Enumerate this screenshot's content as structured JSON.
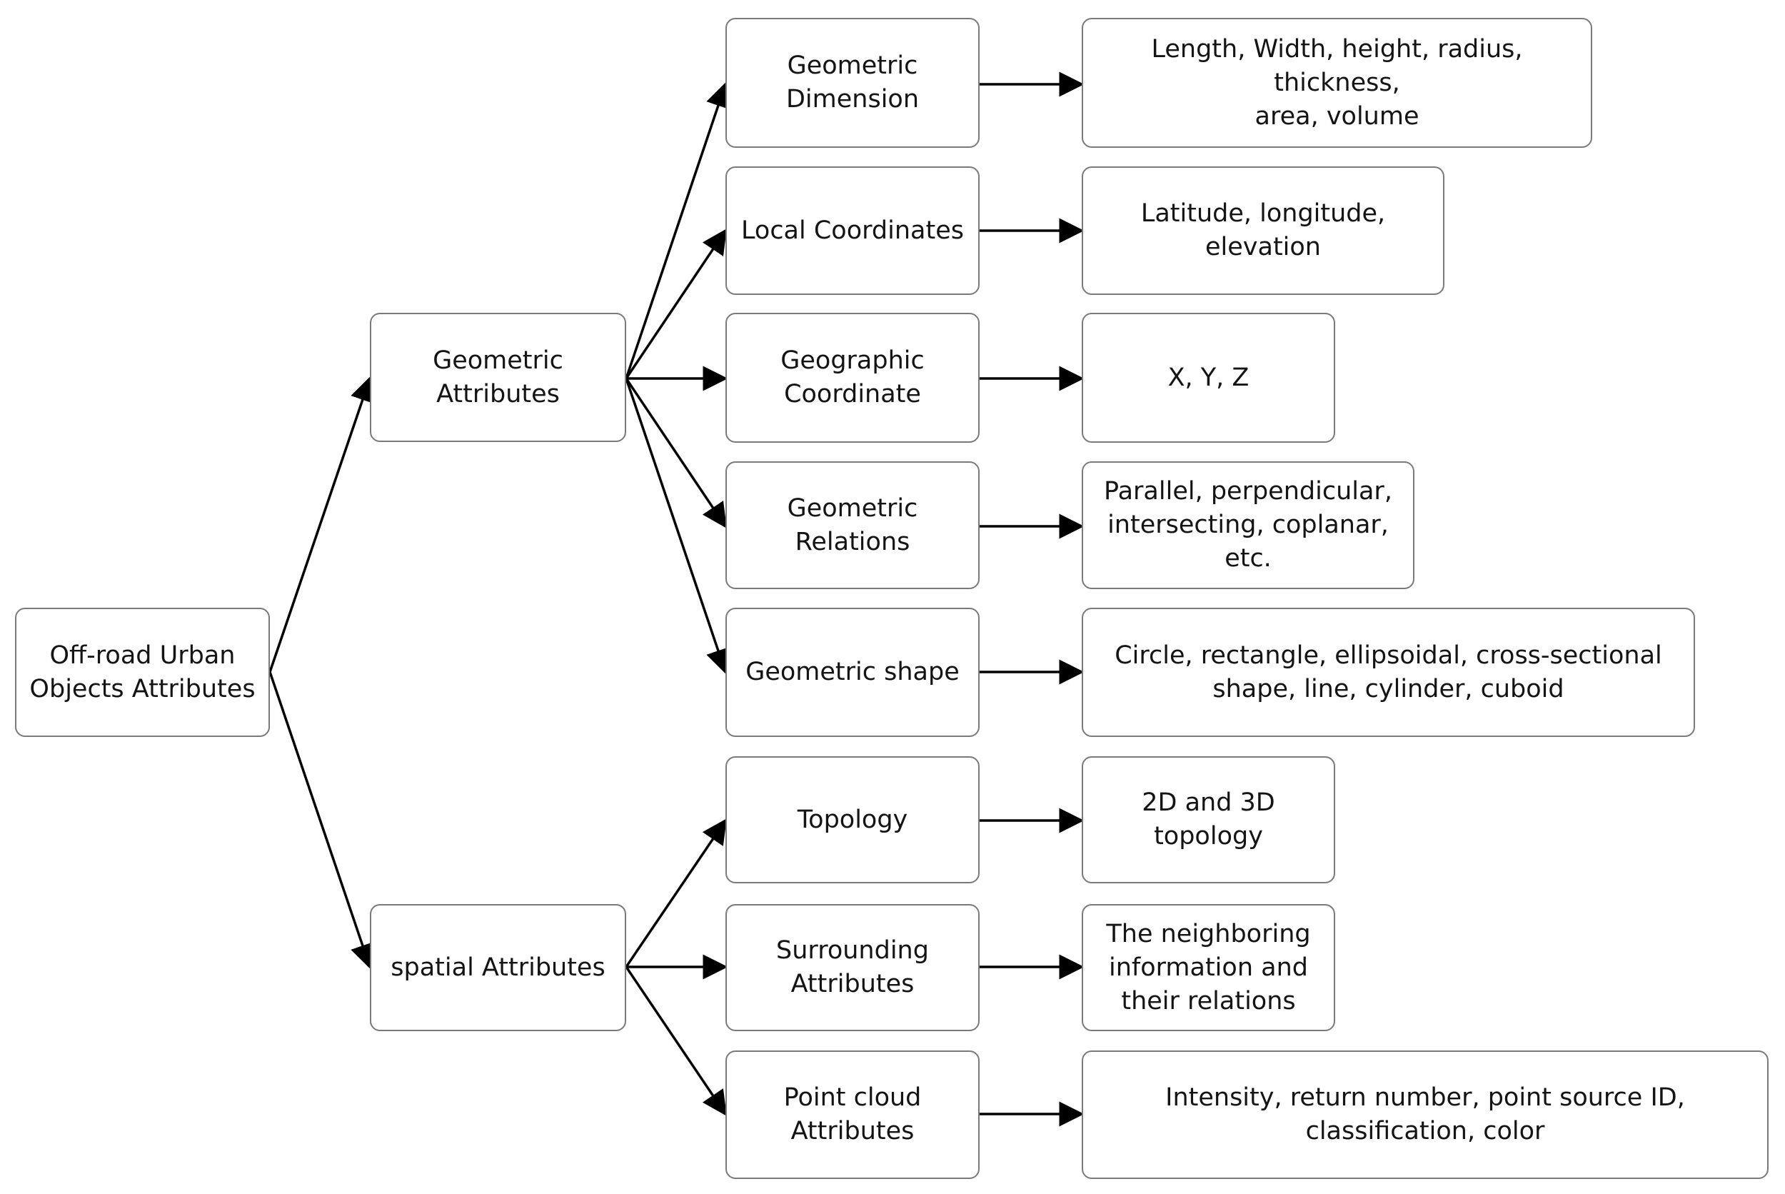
{
  "diagram": {
    "root": "Off-road Urban\nObjects Attributes",
    "geometric": "Geometric\nAttributes",
    "spatial": "spatial Attributes",
    "geometric_children": [
      {
        "label": "Geometric\nDimension",
        "detail": "Length, Width, height, radius, thickness,\narea, volume"
      },
      {
        "label": "Local Coordinates",
        "detail": "Latitude, longitude,\nelevation"
      },
      {
        "label": "Geographic\nCoordinate",
        "detail": "X, Y, Z"
      },
      {
        "label": "Geometric\nRelations",
        "detail": "Parallel, perpendicular,\nintersecting, coplanar,\netc."
      },
      {
        "label": "Geometric shape",
        "detail": "Circle, rectangle, ellipsoidal, cross-sectional\nshape, line, cylinder, cuboid"
      }
    ],
    "spatial_children": [
      {
        "label": "Topology",
        "detail": "2D and 3D topology"
      },
      {
        "label": "Surrounding\nAttributes",
        "detail": "The neighboring\ninformation and\ntheir relations"
      },
      {
        "label": "Point cloud\nAttributes",
        "detail": "Intensity, return number, point source ID,\nclassification, color"
      }
    ]
  }
}
